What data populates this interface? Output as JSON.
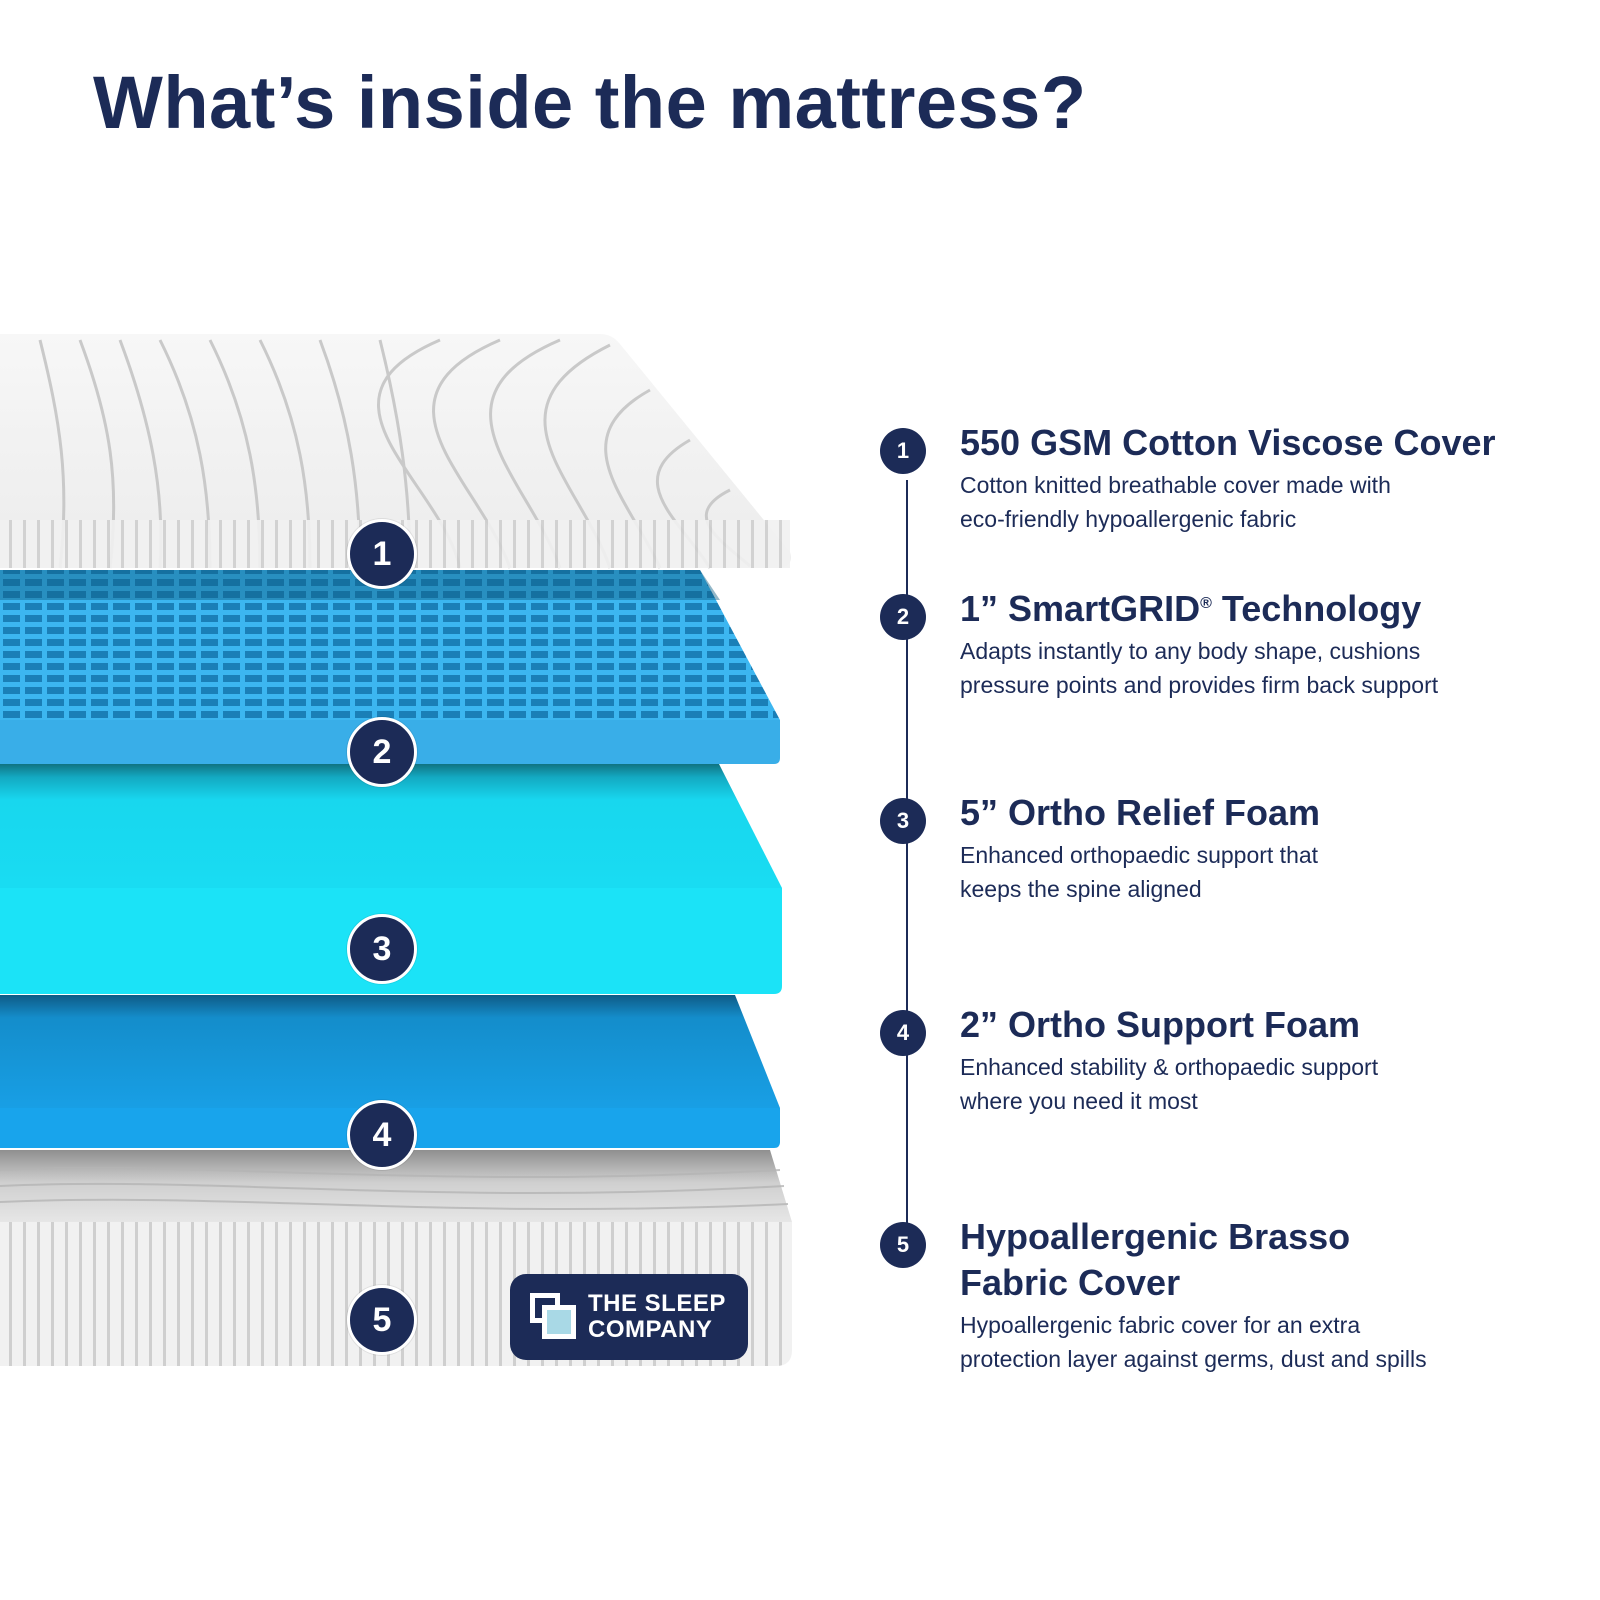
{
  "title": "What’s inside the mattress?",
  "colors": {
    "navy": "#1c2b57",
    "cover_white": "#f2f2f2",
    "smartgrid_blue": "#39aee8",
    "ortho_relief_cyan": "#1be3f7",
    "ortho_support_blue": "#18a4ec",
    "logo_accent": "#a9d9e6"
  },
  "brand": {
    "line1": "THE SLEEP",
    "line2": "COMPANY"
  },
  "layers": [
    {
      "number": "1",
      "title": "550 GSM Cotton Viscose Cover",
      "title_sup": "",
      "title_rest": "",
      "desc_line1": "Cotton knitted breathable cover made with",
      "desc_line2": "eco-friendly hypoallergenic fabric"
    },
    {
      "number": "2",
      "title": "1” SmartGRID",
      "title_sup": "®",
      "title_rest": " Technology",
      "desc_line1": "Adapts instantly to any body shape, cushions",
      "desc_line2": "pressure points and provides firm back support"
    },
    {
      "number": "3",
      "title": "5” Ortho Relief Foam",
      "title_sup": "",
      "title_rest": "",
      "desc_line1": "Enhanced orthopaedic support that",
      "desc_line2": "keeps the spine aligned"
    },
    {
      "number": "4",
      "title": "2” Ortho Support Foam",
      "title_sup": "",
      "title_rest": "",
      "desc_line1": "Enhanced stability & orthopaedic support",
      "desc_line2": "where you need it most"
    },
    {
      "number": "5",
      "title": "Hypoallergenic Brasso",
      "title_line2": "Fabric Cover",
      "title_sup": "",
      "title_rest": "",
      "desc_line1": "Hypoallergenic fabric cover for an extra",
      "desc_line2": "protection layer against germs, dust and spills"
    }
  ]
}
